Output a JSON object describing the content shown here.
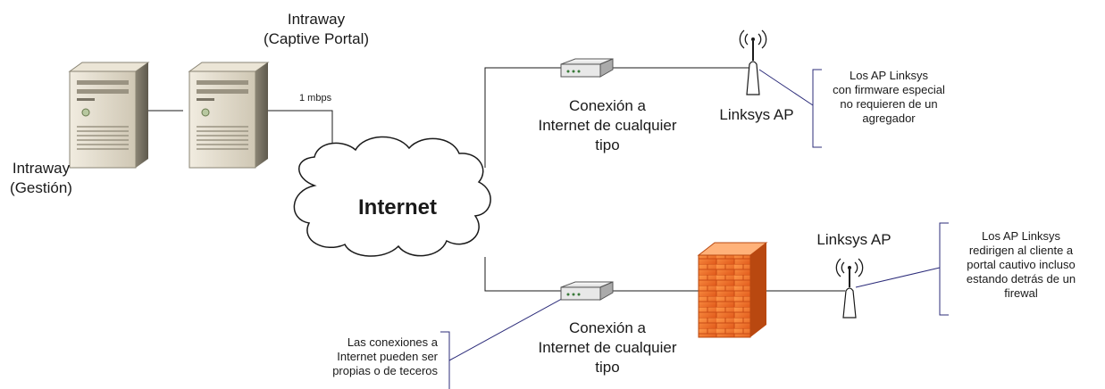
{
  "nodes": {
    "gestion_server": {
      "label_lines": [
        "Intraway",
        "(Gestión)"
      ],
      "icon": "server-tower-icon"
    },
    "captive_server": {
      "label_lines": [
        "Intraway",
        "(Captive Portal)"
      ],
      "icon": "server-tower-icon"
    },
    "link_speed": "1 mbps",
    "internet": {
      "label": "Internet",
      "icon": "cloud-icon"
    },
    "modem_top": {
      "label_lines": [
        "Conexión a",
        "Internet de cualquier",
        "tipo"
      ],
      "icon": "modem-icon"
    },
    "modem_bottom": {
      "label_lines": [
        "Conexión a",
        "Internet de cualquier",
        "tipo"
      ],
      "icon": "modem-icon"
    },
    "ap_top": {
      "label": "Linksys AP",
      "icon": "wireless-antenna-icon"
    },
    "ap_bottom": {
      "label": "Linksys AP",
      "icon": "wireless-antenna-icon"
    },
    "firewall": {
      "icon": "firewall-brick-icon"
    }
  },
  "notes": {
    "note_top": [
      "Los AP Linksys",
      "con firmware especial",
      "no requieren de un",
      "agregador"
    ],
    "note_bottom": [
      "Los AP Linksys",
      "redirigen al cliente a",
      "portal cautivo incluso",
      "estando detrás de un",
      "firewal"
    ],
    "note_left": [
      "Las conexiones a",
      "Internet pueden ser",
      "propias o de teceros"
    ]
  },
  "colors": {
    "line": "#1a1a1a",
    "callout_line": "#2c2c7a",
    "server_body": "#d9d2c2",
    "firewall_orange": "#f07a2a",
    "modem_body": "#eeeeee"
  }
}
